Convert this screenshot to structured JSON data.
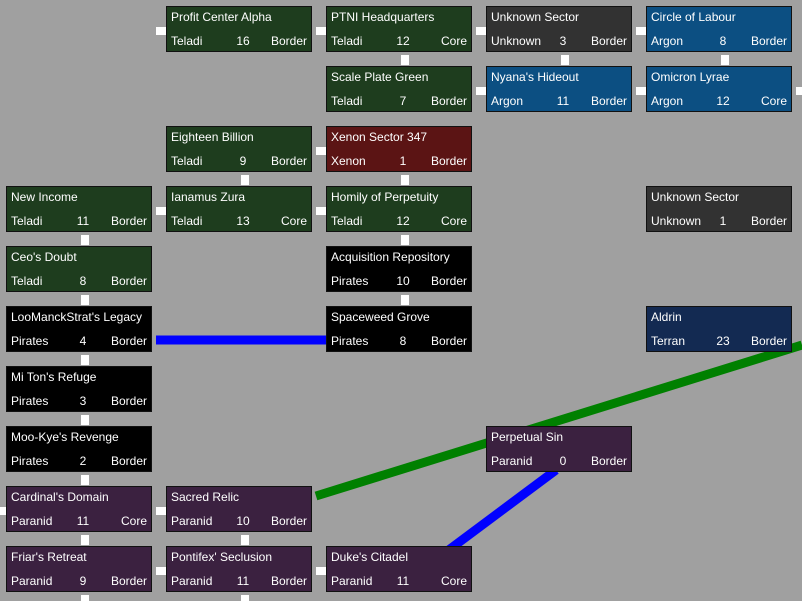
{
  "colors": {
    "background": "#a0a0a0",
    "gate_stub": "#ffffff",
    "Teladi": "#1e3d1e",
    "Argon": "#0c4f82",
    "Unknown": "#323232",
    "Xenon": "#5b1414",
    "Pirates": "#000000",
    "Terran": "#132a52",
    "Paranid": "#3b2140",
    "link_blue": "#0000ff",
    "link_green": "#008000"
  },
  "sectors": [
    {
      "name": "Profit Center Alpha",
      "race": "Teladi",
      "count": "16",
      "type": "Border"
    },
    {
      "name": "PTNI Headquarters",
      "race": "Teladi",
      "count": "12",
      "type": "Core"
    },
    {
      "name": "Unknown Sector",
      "race": "Unknown",
      "count": "3",
      "type": "Border"
    },
    {
      "name": "Circle of Labour",
      "race": "Argon",
      "count": "8",
      "type": "Border"
    },
    {
      "name": "Scale Plate Green",
      "race": "Teladi",
      "count": "7",
      "type": "Border"
    },
    {
      "name": "Nyana's Hideout",
      "race": "Argon",
      "count": "11",
      "type": "Border"
    },
    {
      "name": "Omicron Lyrae",
      "race": "Argon",
      "count": "12",
      "type": "Core"
    },
    {
      "name": "Eighteen Billion",
      "race": "Teladi",
      "count": "9",
      "type": "Border"
    },
    {
      "name": "Xenon Sector 347",
      "race": "Xenon",
      "count": "1",
      "type": "Border"
    },
    {
      "name": "New Income",
      "race": "Teladi",
      "count": "11",
      "type": "Border"
    },
    {
      "name": "Ianamus Zura",
      "race": "Teladi",
      "count": "13",
      "type": "Core"
    },
    {
      "name": "Homily of Perpetuity",
      "race": "Teladi",
      "count": "12",
      "type": "Core"
    },
    {
      "name": "Unknown Sector",
      "race": "Unknown",
      "count": "1",
      "type": "Border"
    },
    {
      "name": "Ceo's Doubt",
      "race": "Teladi",
      "count": "8",
      "type": "Border"
    },
    {
      "name": "Acquisition Repository",
      "race": "Pirates",
      "count": "10",
      "type": "Border"
    },
    {
      "name": "LooManckStrat's Legacy",
      "race": "Pirates",
      "count": "4",
      "type": "Border"
    },
    {
      "name": "Spaceweed Grove",
      "race": "Pirates",
      "count": "8",
      "type": "Border"
    },
    {
      "name": "Aldrin",
      "race": "Terran",
      "count": "23",
      "type": "Border"
    },
    {
      "name": "Mi Ton's Refuge",
      "race": "Pirates",
      "count": "3",
      "type": "Border"
    },
    {
      "name": "Moo-Kye's Revenge",
      "race": "Pirates",
      "count": "2",
      "type": "Border"
    },
    {
      "name": "Perpetual Sin",
      "race": "Paranid",
      "count": "0",
      "type": "Border"
    },
    {
      "name": "Cardinal's Domain",
      "race": "Paranid",
      "count": "11",
      "type": "Core"
    },
    {
      "name": "Sacred Relic",
      "race": "Paranid",
      "count": "10",
      "type": "Border"
    },
    {
      "name": "Friar's Retreat",
      "race": "Paranid",
      "count": "9",
      "type": "Border"
    },
    {
      "name": "Pontifex' Seclusion",
      "race": "Paranid",
      "count": "11",
      "type": "Border"
    },
    {
      "name": "Duke's Citadel",
      "race": "Paranid",
      "count": "11",
      "type": "Core"
    }
  ]
}
